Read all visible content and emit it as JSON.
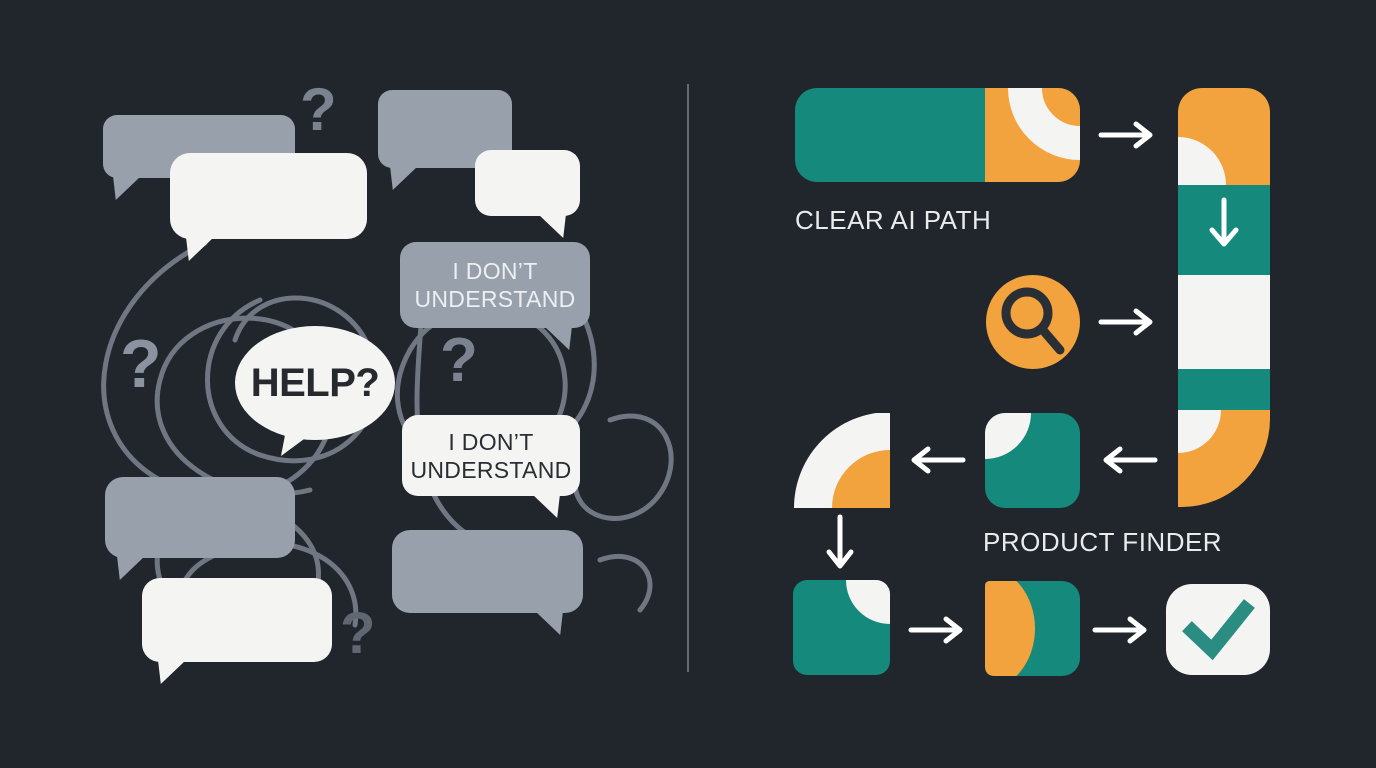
{
  "scene": {
    "background": "#21252C",
    "divider_color": "#646A73"
  },
  "palette": {
    "teal": "#15897B",
    "orange": "#F3A33D",
    "white": "#F4F5F3",
    "gray_bubble": "#98A0AC",
    "dark_text": "#26292E",
    "light_text": "#EDEFF2",
    "squiggle_gray": "#7E8693",
    "arrow_white": "#FFFFFF",
    "check_teal": "#2B8C81",
    "magnifier_dark": "#2A2E35"
  },
  "left_panel": {
    "help_bubble": {
      "label": "HELP?"
    },
    "gray_bubble": {
      "line1": "I DON’T",
      "line2": "UNDERSTAND"
    },
    "white_bubble": {
      "line1": "I DON’T",
      "line2": "UNDERSTAND"
    },
    "question_marks": [
      "?",
      "?",
      "?",
      "?"
    ]
  },
  "right_panel": {
    "step_labels": {
      "clear_ai_path": "CLEAR AI PATH",
      "product_finder": "PRODUCT FINDER"
    },
    "icons": {
      "search": "search-icon",
      "check": "check-icon",
      "arrow_right": "arrow-right-icon",
      "arrow_left": "arrow-left-icon",
      "arrow_down": "arrow-down-icon"
    }
  }
}
